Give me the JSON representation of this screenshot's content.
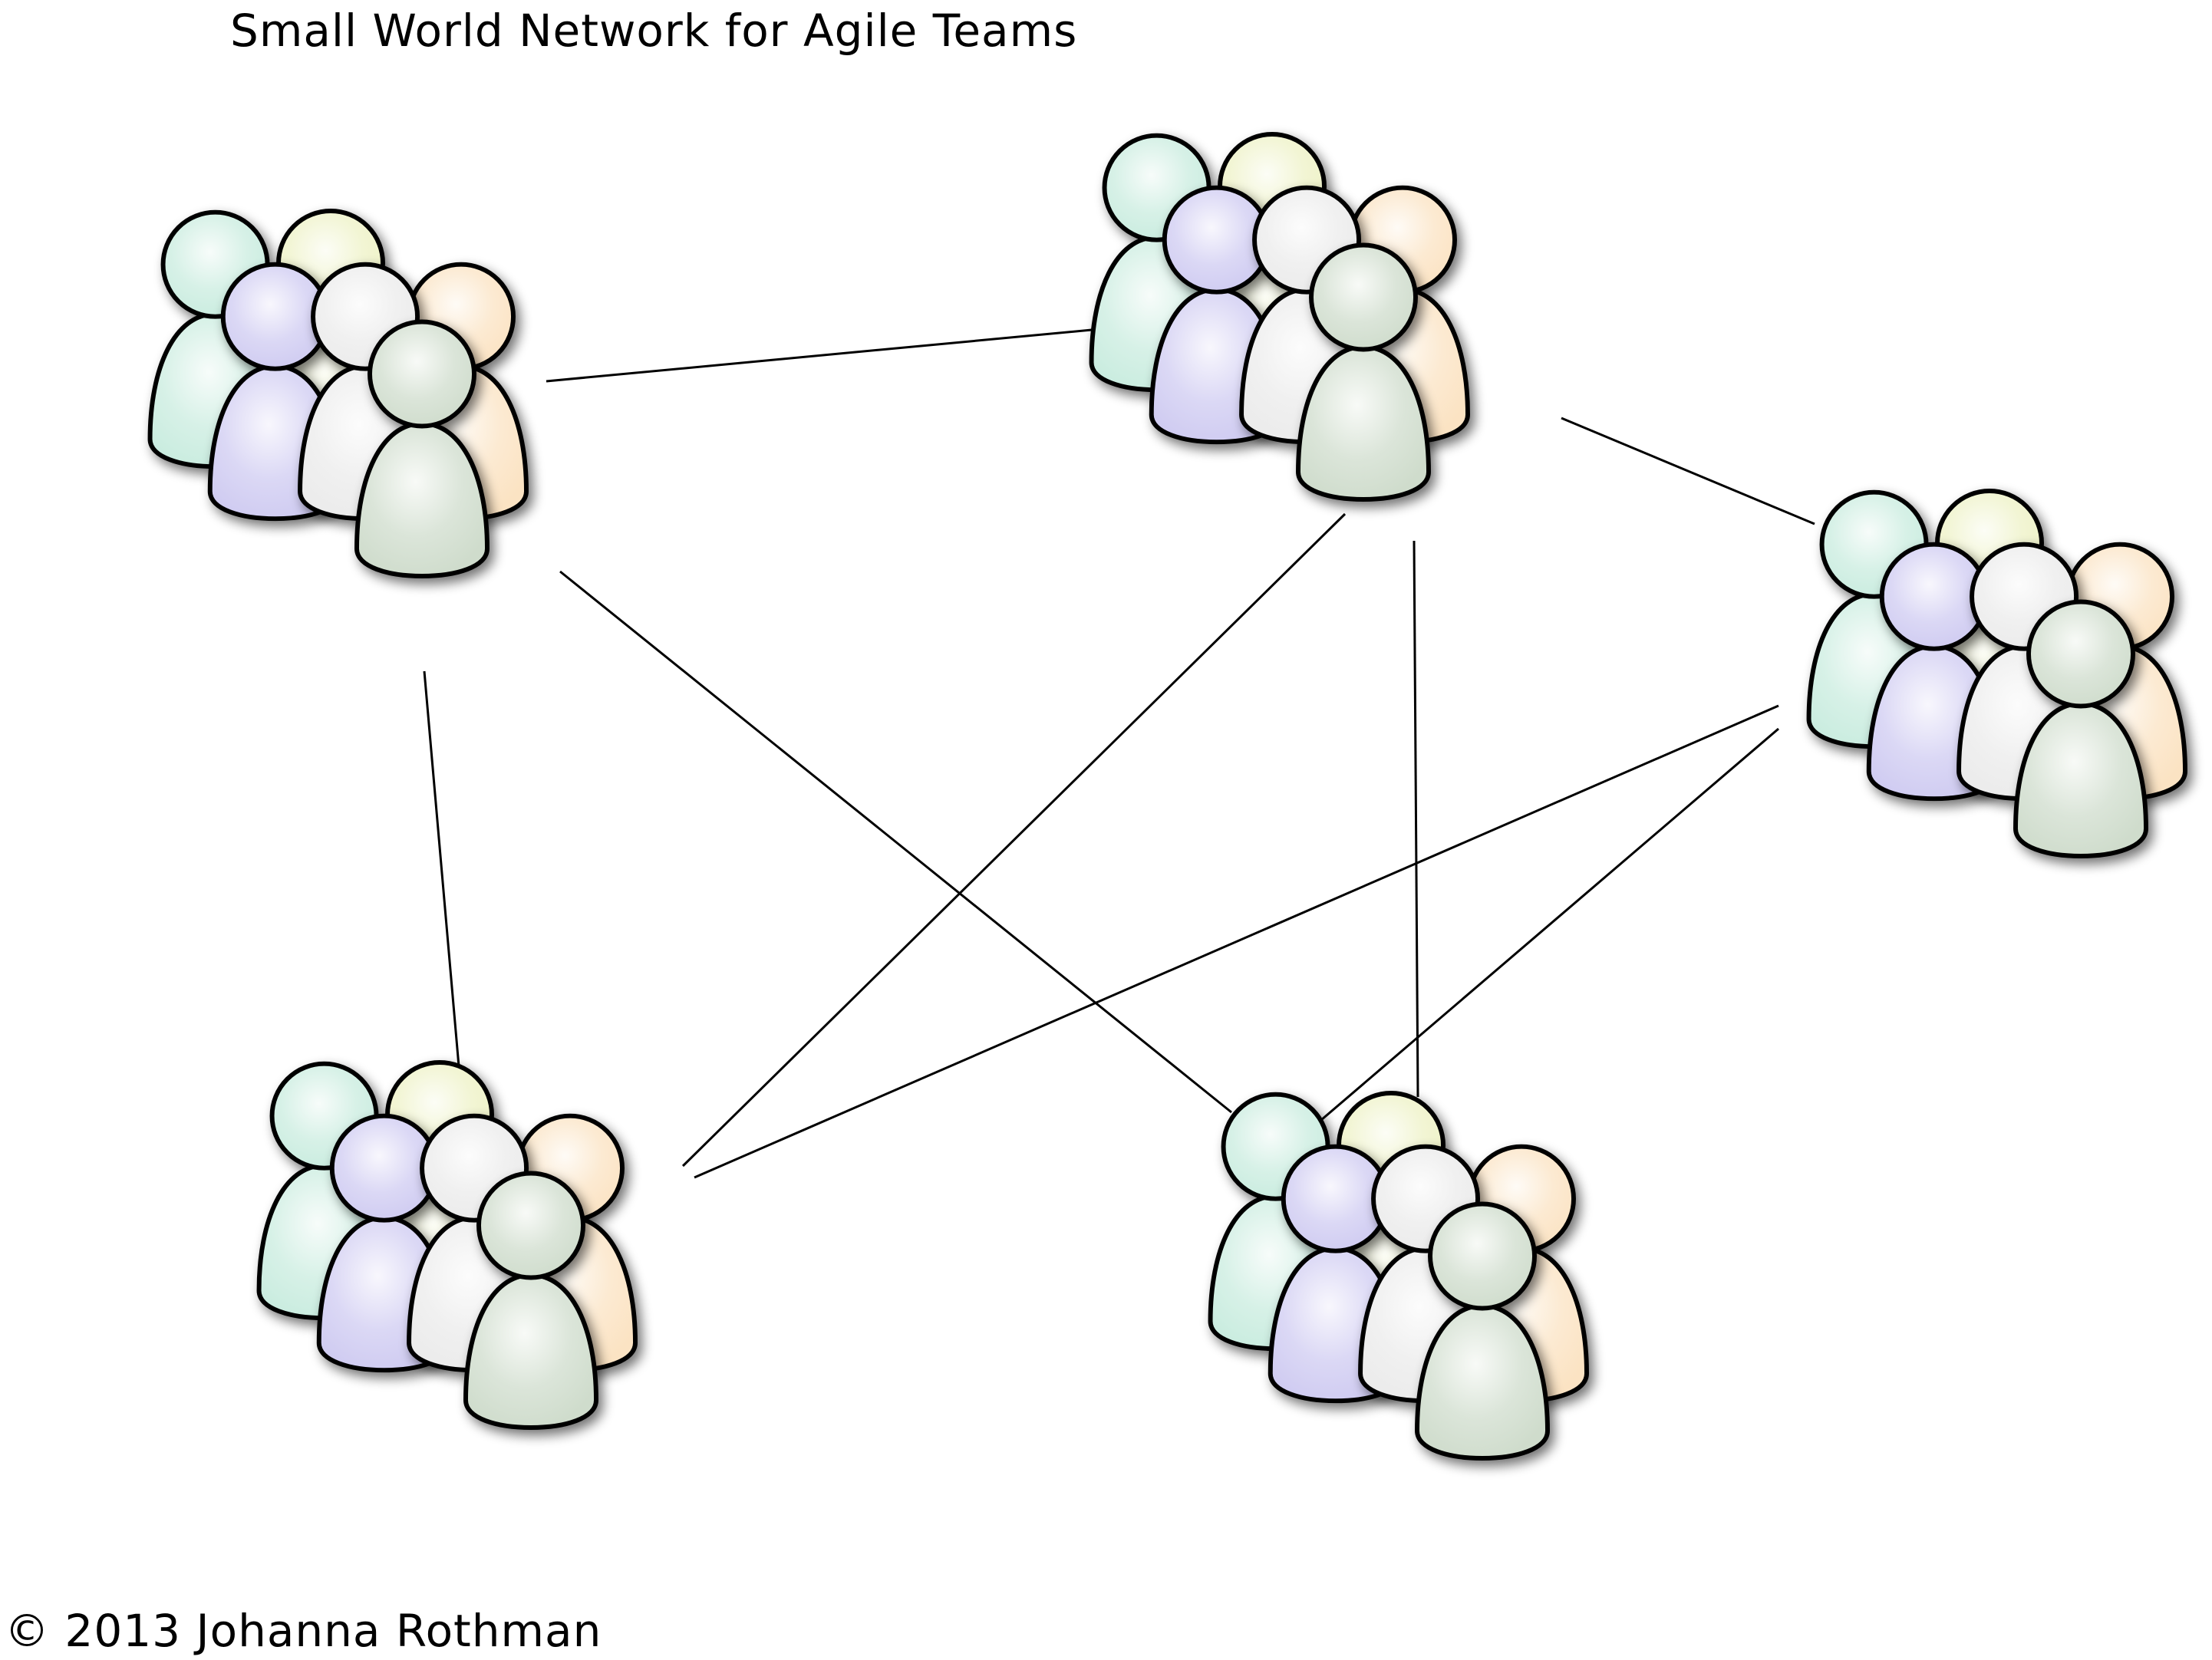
{
  "title": "Small World Network for Agile Teams",
  "copyright": "© 2013 Johanna Rothman",
  "colors": {
    "teal": "#c9ecdf",
    "yellow": "#eef2c6",
    "purple": "#cfcbf1",
    "gray": "#ebebeb",
    "orange": "#fbe3c3",
    "green": "#cfdccc",
    "outline": "#000000",
    "link": "#000000"
  },
  "teams": [
    {
      "id": "team-top-left"
    },
    {
      "id": "team-top-center"
    },
    {
      "id": "team-right"
    },
    {
      "id": "team-bottom-left"
    },
    {
      "id": "team-bottom-center"
    }
  ],
  "links": [
    {
      "from": "team-top-left",
      "to": "team-top-center"
    },
    {
      "from": "team-top-left",
      "to": "team-bottom-left"
    },
    {
      "from": "team-top-left",
      "to": "team-bottom-center"
    },
    {
      "from": "team-top-center",
      "to": "team-right"
    },
    {
      "from": "team-top-center",
      "to": "team-bottom-left"
    },
    {
      "from": "team-top-center",
      "to": "team-bottom-center"
    },
    {
      "from": "team-right",
      "to": "team-bottom-left"
    },
    {
      "from": "team-right",
      "to": "team-bottom-center"
    }
  ]
}
